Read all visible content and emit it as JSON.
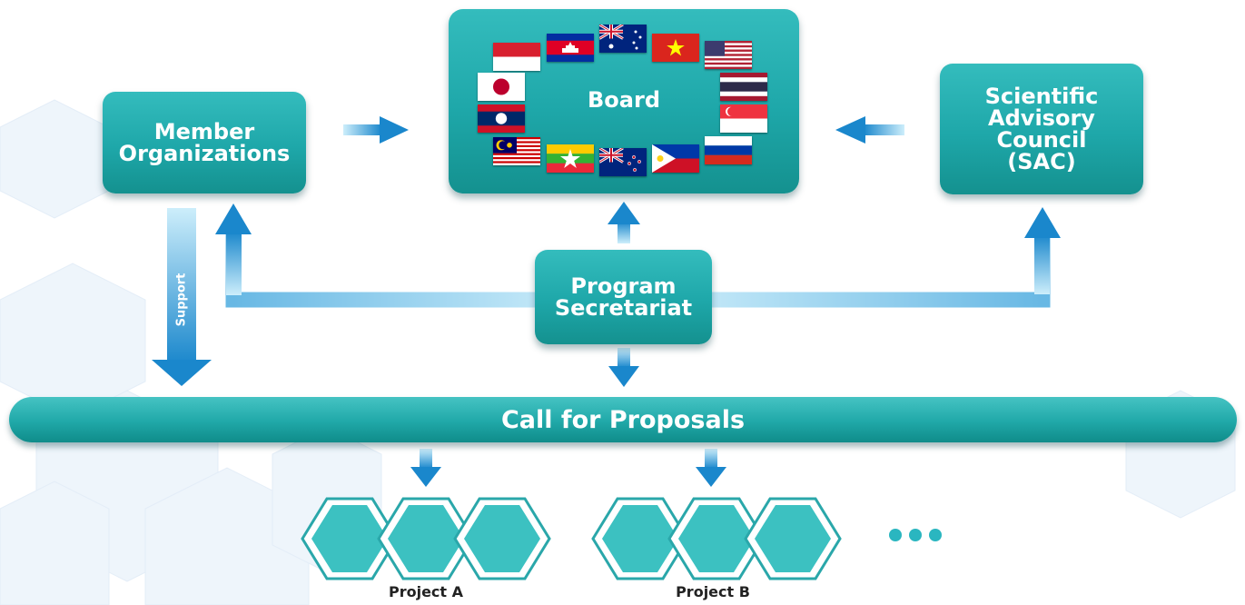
{
  "nodes": {
    "board": "Board",
    "member": "Member\nOrganizations",
    "sac": "Scientific\nAdvisory\nCouncil\n(SAC)",
    "secretariat": "Program\nSecretariat",
    "cfp": "Call for Proposals"
  },
  "support_label": "Support",
  "projects": [
    "Project A",
    "Project B"
  ],
  "flags": [
    "indonesia",
    "cambodia",
    "australia",
    "vietnam",
    "usa",
    "japan",
    "thailand",
    "laos",
    "singapore",
    "malaysia",
    "myanmar",
    "new-zealand",
    "philippines",
    "russia"
  ],
  "colors": {
    "teal": "#1ea7a9",
    "arrow_blue": "#1886c9",
    "arrow_light": "#bfe6f7",
    "text_dark": "#222222"
  }
}
